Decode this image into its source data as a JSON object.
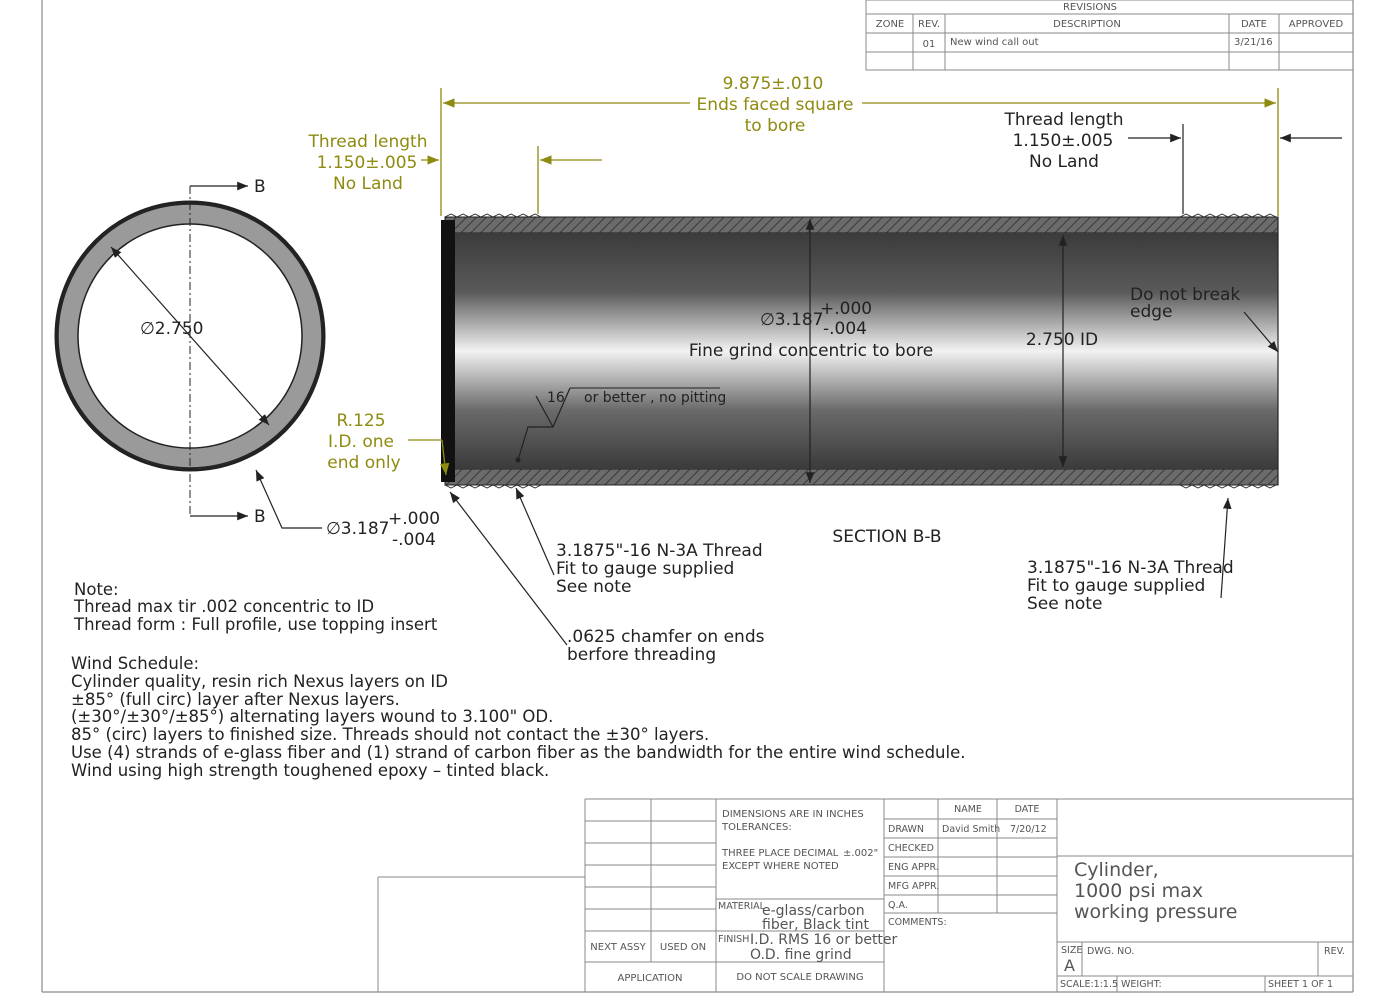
{
  "revisions": {
    "heading": "REVISIONS",
    "columns": [
      "ZONE",
      "REV.",
      "DESCRIPTION",
      "DATE",
      "APPROVED"
    ],
    "rows": [
      {
        "zone": "",
        "rev": "01",
        "description": "New wind call out",
        "date": "3/21/16",
        "approved": ""
      }
    ]
  },
  "dimensions": {
    "overall": [
      "9.875±.010",
      "Ends faced square",
      "to bore"
    ],
    "thread_left": [
      "Thread length",
      "1.150±.005",
      "No Land"
    ],
    "thread_right": [
      "Thread length",
      "1.150±.005",
      "No Land"
    ],
    "od_main": "∅3.187",
    "od_tol_plus": "+.000",
    "od_tol_minus": "-.004",
    "od_note": "Fine grind concentric to bore",
    "id_label": "2.750 ID",
    "edge_note": [
      "Do not break",
      "edge"
    ],
    "finish_symbol_value": "16",
    "finish_note": "or better , no pitting",
    "radius_note": [
      "R.125",
      "I.D. one",
      "end only"
    ],
    "section_label": "SECTION B-B",
    "thread_callout_left": [
      "3.1875\"-16 N-3A Thread",
      "Fit to gauge supplied",
      "See note"
    ],
    "thread_callout_right": [
      "3.1875\"-16 N-3A Thread",
      "Fit to gauge supplied",
      "See note"
    ],
    "chamfer_note": [
      ".0625 chamfer on ends",
      "berfore threading"
    ],
    "circle_id": "∅2.750",
    "circle_od": "∅3.187",
    "circle_od_plus": "+.000",
    "circle_od_minus": "-.004",
    "section_letter": "B"
  },
  "notes": {
    "heading": "Note:",
    "lines": [
      "Thread max tir .002 concentric to ID",
      "Thread form : Full profile, use topping insert"
    ]
  },
  "wind_schedule": {
    "heading": "Wind Schedule:",
    "lines": [
      "Cylinder quality, resin rich Nexus layers on ID",
      "±85° (full circ) layer after Nexus layers.",
      "(±30°/±30°/±85°) alternating layers wound to 3.100\" OD.",
      "85° (circ) layers to finished size.  Threads should not contact the ±30° layers.",
      "Use (4) strands of e-glass fiber and (1) strand of carbon fiber as the bandwidth for the entire wind schedule.",
      "Wind using high strength toughened epoxy – tinted black."
    ]
  },
  "title_block": {
    "dims_note": [
      "DIMENSIONS ARE IN INCHES",
      "TOLERANCES:"
    ],
    "tolerance_note": [
      "THREE PLACE DECIMAL",
      "EXCEPT WHERE NOTED"
    ],
    "tolerance_value": "±.002\"",
    "material_label": "MATERIAL",
    "material_value": [
      "e-glass/carbon",
      "fiber, Black tint"
    ],
    "finish_label": "FINISH",
    "finish_value": [
      "I.D. RMS 16 or better",
      "O.D. fine grind"
    ],
    "do_not_scale": "DO  NOT  SCALE  DRAWING",
    "next_assy": "NEXT ASSY",
    "used_on": "USED ON",
    "application": "APPLICATION",
    "name_header": "NAME",
    "date_header": "DATE",
    "drawn_label": "DRAWN",
    "drawn_name": "David Smith",
    "drawn_date": "7/20/12",
    "checked_label": "CHECKED",
    "eng_label": "ENG APPR.",
    "mfg_label": "MFG APPR.",
    "qa_label": "Q.A.",
    "comments_label": "COMMENTS:",
    "title": [
      "Cylinder,",
      "1000 psi max",
      "working pressure"
    ],
    "size_label": "SIZE",
    "size_value": "A",
    "dwg_no_label": "DWG.  NO.",
    "rev_label": "REV.",
    "scale_label": "SCALE:1:1.5",
    "weight_label": "WEIGHT:",
    "sheet_label": "SHEET 1 OF 1"
  },
  "colors": {
    "dimension": "#8f8a10",
    "line": "#222222",
    "cylinder_dark": "#3a3a3a",
    "cylinder_light": "#f2f2f2",
    "ring": "#9a9a9a",
    "table_line": "#8a8a8a"
  }
}
